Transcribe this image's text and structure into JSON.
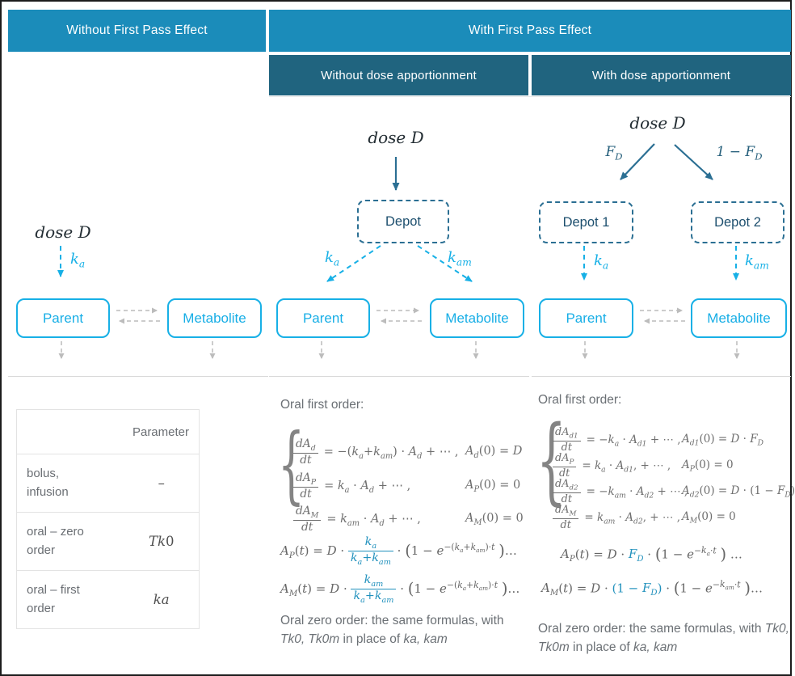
{
  "headers": {
    "row1": [
      {
        "label": "Without First Pass Effect"
      },
      {
        "label": "With First Pass Effect"
      }
    ],
    "row2": [
      {
        "label": "Without dose apportionment"
      },
      {
        "label": "With dose apportionment"
      }
    ]
  },
  "diagrams": {
    "d1": {
      "dose": "dose D",
      "ka_html": "k<sub>a</sub>",
      "parent": "Parent",
      "metabolite": "Metabolite"
    },
    "d2": {
      "dose": "dose D",
      "depot": "Depot",
      "ka_html": "k<sub>a</sub>",
      "kam_html": "k<sub>am</sub>",
      "parent": "Parent",
      "metabolite": "Metabolite"
    },
    "d3": {
      "dose": "dose D",
      "fd_html": "F<sub>D</sub>",
      "one_minus_fd_html": "1 − F<sub>D</sub>",
      "depot1": "Depot 1",
      "depot2": "Depot 2",
      "ka_html": "k<sub>a</sub>",
      "kam_html": "k<sub>am</sub>",
      "parent": "Parent",
      "metabolite": "Metabolite"
    }
  },
  "param_table": {
    "header": "Parameter",
    "rows": [
      {
        "label_html": "bolus,<br>infusion",
        "value_html": "–"
      },
      {
        "label_html": "oral – zero<br>order",
        "value_html": "<i>Tk</i>0"
      },
      {
        "label_html": "oral – first<br>order",
        "value_html": "<i>ka</i>"
      }
    ]
  },
  "col2": {
    "title": "Oral first order:",
    "ode": [
      {
        "eq_html": "<span class='frac'><span class='ft'><i>dA<sub>d</sub></i></span><span class='fb'><i>dt</i></span></span><span class='rhs'>= −(<i>k<sub>a</sub></i>+<i>k<sub>am</sub></i>) · <i>A<sub>d</sub></i> + ⋯ ,</span>",
        "cond_html": "<i>A<sub>d</sub></i>(0) = <i>D</i>"
      },
      {
        "eq_html": "<span class='frac'><span class='ft'><i>dA<sub>P</sub></i></span><span class='fb'><i>dt</i></span></span><span class='rhs'>= <i>k<sub>a</sub></i> · <i>A<sub>d</sub></i> + ⋯ ,</span>",
        "cond_html": "<i>A<sub>P</sub></i>(0) = 0"
      },
      {
        "eq_html": "<span class='frac'><span class='ft'><i>dA<sub>M</sub></i></span><span class='fb'><i>dt</i></span></span><span class='rhs'>= <i>k<sub>am</sub></i> · <i>A<sub>d</sub></i> + ⋯ ,</span>",
        "cond_html": "<i>A<sub>M</sub></i>(0) = 0"
      }
    ],
    "sol_ap_html": "<i>A<sub>P</sub></i>(<i>t</i>) = <i>D</i> · <span class='frac cy'><span class='ft'><i>k<sub>a</sub></i></span><span class='fb'><i>k<sub>a</sub></i>+<i>k<sub>am</sub></i></span></span> · <span class='bp'>(</span>1 − <i>e</i><sup>−(<i>k<sub>a</sub></i>+<i>k<sub>am</sub></i>)·<i>t</i></sup> <span class='bp'>)</span>…",
    "sol_am_html": "<i>A<sub>M</sub></i>(<i>t</i>) = <i>D</i> · <span class='frac cy'><span class='ft'><i>k<sub>am</sub></i></span><span class='fb'><i>k<sub>a</sub></i>+<i>k<sub>am</sub></i></span></span> · <span class='bp'>(</span>1 − <i>e</i><sup>−(<i>k<sub>a</sub></i>+<i>k<sub>am</sub></i>)·<i>t</i></sup> <span class='bp'>)</span>…",
    "note_html": "Oral zero order: the same formulas, with <i>Tk0, Tk0m</i> in place of <i>ka, kam</i>"
  },
  "col3": {
    "title": "Oral first order:",
    "ode": [
      {
        "eq_html": "<span class='frac'><span class='ft'><i>dA<sub>d1</sub></i></span><span class='fb'><i>dt</i></span></span><span class='rhs'>= −<i>k<sub>a</sub></i> · <i>A<sub>d1</sub></i> + ⋯ ,</span>",
        "cond_html": "<i>A<sub>d1</sub></i>(0) = <i>D</i> · <i>F<sub>D</sub></i>"
      },
      {
        "eq_html": "<span class='frac'><span class='ft'><i>dA<sub>P</sub></i></span><span class='fb'><i>dt</i></span></span><span class='rhs'>= <i>k<sub>a</sub></i> · <i>A<sub>d1</sub></i>, + ⋯ ,</span>",
        "cond_html": "<i>A<sub>P</sub></i>(0) = 0"
      },
      {
        "eq_html": "<span class='frac'><span class='ft'><i>dA<sub>d2</sub></i></span><span class='fb'><i>dt</i></span></span><span class='rhs'>= −<i>k<sub>am</sub></i> · <i>A<sub>d2</sub></i> + ⋯ ,</span>",
        "cond_html": "<i>A<sub>d2</sub></i>(0) = <i>D</i> · (1 − <i>F<sub>D</sub></i>)"
      },
      {
        "eq_html": "<span class='frac'><span class='ft'><i>dA<sub>M</sub></i></span><span class='fb'><i>dt</i></span></span><span class='rhs'>= <i>k<sub>am</sub></i> · <i>A<sub>d2</sub></i>, + ⋯ ,</span>",
        "cond_html": "<i>A<sub>M</sub></i>(0) = 0"
      }
    ],
    "sol_ap_html": "<i>A<sub>P</sub></i>(<i>t</i>) = <i>D</i> · <span class='cy2'><i>F<sub>D</sub></i></span> · <span class='bp'>(</span>1 − <i>e</i><sup>−<i>k<sub>a</sub></i>·<i>t</i></sup> <span class='bp'>)</span> …",
    "sol_am_html": "<i>A<sub>M</sub></i>(<i>t</i>) = <i>D</i> · <span class='cy2'>(1 − <i>F<sub>D</sub></i>)</span> · <span class='bp'>(</span>1 − <i>e</i><sup>−<i>k<sub>am</sub></i>·<i>t</i></sup> <span class='bp'>)</span>…",
    "note_html": "Oral zero order: the same formulas, with <i>Tk0, Tk0m</i> in place of <i>ka, kam</i>"
  }
}
